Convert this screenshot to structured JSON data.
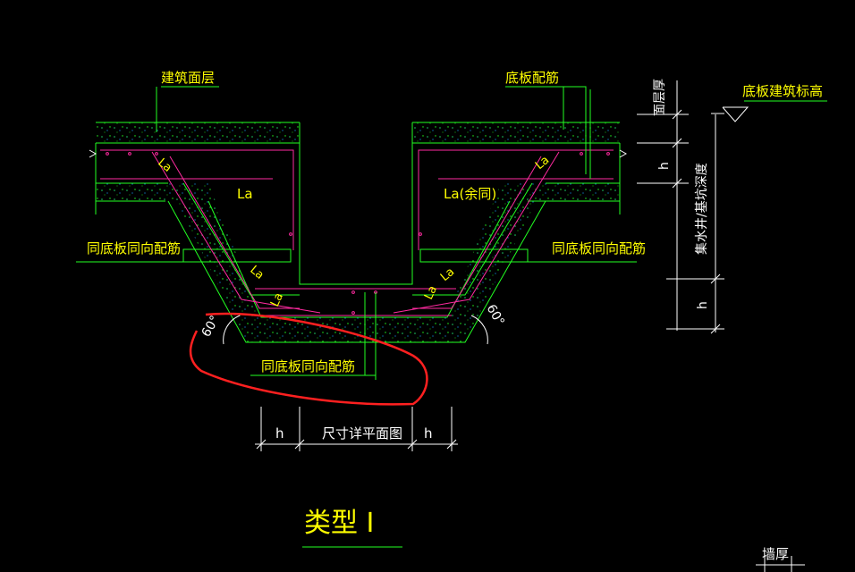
{
  "labels": {
    "building_surface": "建筑面层",
    "slab_reinforcement": "底板配筋",
    "surface_thickness": "面层厚",
    "slab_elevation": "底板建筑标高",
    "same_dir_left": "同底板同向配筋",
    "same_dir_right": "同底板同向配筋",
    "same_dir_bottom": "同底板同向配筋",
    "pit_depth": "集水井/基坑深度",
    "h": "h",
    "La": "La",
    "La_rest": "La(余同)",
    "angle": "60°",
    "size_note": "尺寸详平面图",
    "wall_thickness": "墙厚",
    "type_title": "类型 I"
  },
  "colors": {
    "background": "#000000",
    "concrete_outline": "#22ff22",
    "rebar": "#ff2aa0",
    "dimension": "#ffffff",
    "text": "#ffff00",
    "markup": "#ff2020"
  }
}
